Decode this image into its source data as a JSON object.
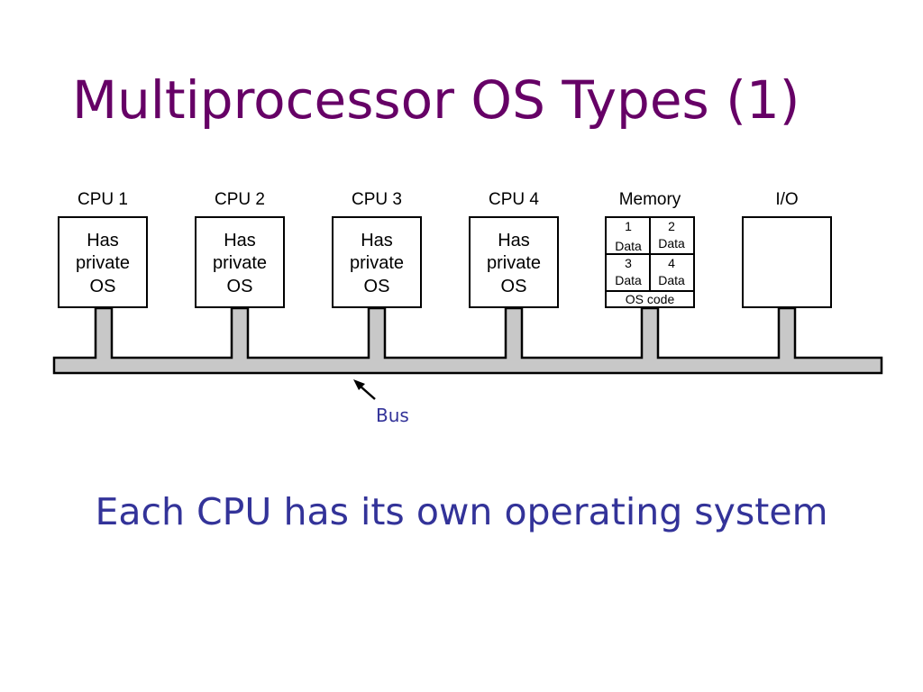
{
  "slide": {
    "title": "Multiprocessor OS Types (1)",
    "subtitle": "Each CPU has its own operating system"
  },
  "colors": {
    "title": "#660066",
    "subtitle": "#333399",
    "bus_fill": "#c8c8c8",
    "line": "#000000",
    "bus_label": "#333399"
  },
  "diagram": {
    "cpus": [
      {
        "label": "CPU 1",
        "lines": [
          "Has",
          "private",
          "OS"
        ]
      },
      {
        "label": "CPU 2",
        "lines": [
          "Has",
          "private",
          "OS"
        ]
      },
      {
        "label": "CPU 3",
        "lines": [
          "Has",
          "private",
          "OS"
        ]
      },
      {
        "label": "CPU 4",
        "lines": [
          "Has",
          "private",
          "OS"
        ]
      }
    ],
    "memory": {
      "label": "Memory",
      "cells": [
        {
          "num": "1",
          "text": "Data"
        },
        {
          "num": "2",
          "text": "Data"
        },
        {
          "num": "3",
          "text": "Data"
        },
        {
          "num": "4",
          "text": "Data"
        }
      ],
      "os_code": "OS code"
    },
    "io": {
      "label": "I/O"
    },
    "bus": {
      "label": "Bus"
    }
  }
}
